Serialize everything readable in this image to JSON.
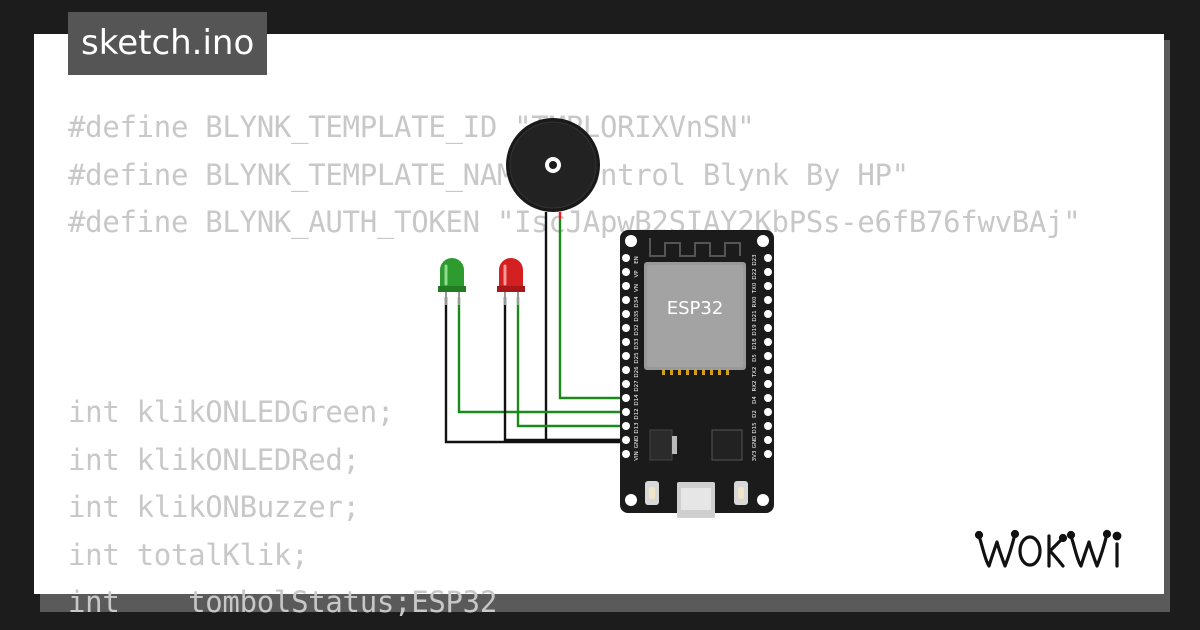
{
  "filename": "sketch.ino",
  "brand": "WOKWI",
  "code_lines": [
    "#define BLYNK_TEMPLATE_ID \"TMPLORIXVnSN\"",
    "#define BLYNK_TEMPLATE_NAME \"Kontrol Blynk By HP\"",
    "#define BLYNK_AUTH_TOKEN \"IscJApwB2SIAY2KbPSs-e6fB76fwvBAj\"",
    "",
    "",
    "",
    "int klikONLEDGreen;",
    "int klikONLEDRed;",
    "int klikONBuzzer;",
    "int totalKlik;",
    "int    tombolStatus;ESP32"
  ],
  "board": {
    "label": "ESP32",
    "left_pins": [
      "EN",
      "VP",
      "VN",
      "D34",
      "D35",
      "D32",
      "D33",
      "D25",
      "D26",
      "D27",
      "D14",
      "D12",
      "D13",
      "GND",
      "VIN"
    ],
    "right_pins": [
      "D23",
      "D22",
      "TX0",
      "RX0",
      "D21",
      "D19",
      "D18",
      "D5",
      "TX2",
      "RX2",
      "D4",
      "D2",
      "D15",
      "GND",
      "3V3"
    ]
  },
  "colors": {
    "wire_green": "#1a8a1a",
    "wire_black": "#111111",
    "wire_red": "#e02020",
    "led_green": "#2e9b2e",
    "led_red": "#d42020"
  }
}
